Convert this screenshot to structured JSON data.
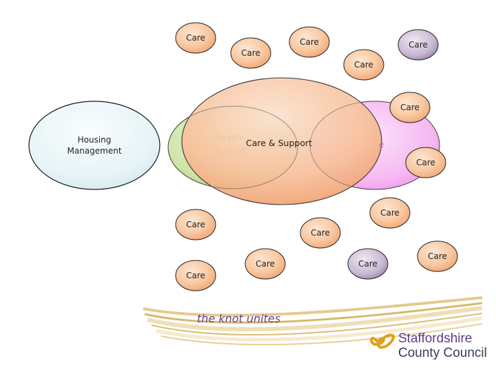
{
  "diagram": {
    "central_label": "Care & Support",
    "housing_label_line1": "Housing",
    "housing_label_line2": "Management",
    "ghost_left_line1": "Health",
    "ghost_left_line2": "Support",
    "ghost_right": "e",
    "satellite_label": "Care"
  },
  "footer": {
    "tagline": "the knot unites",
    "org_line1": "Staffordshire",
    "org_line2": "County Council"
  },
  "colors": {
    "peach": "#f6b98c",
    "purple": "#a894b6",
    "pink": "#f39ff3",
    "green": "#b9d890",
    "housing": "#e3f1f4",
    "gold": "#c9a23a",
    "brand": "#5e3b85"
  }
}
